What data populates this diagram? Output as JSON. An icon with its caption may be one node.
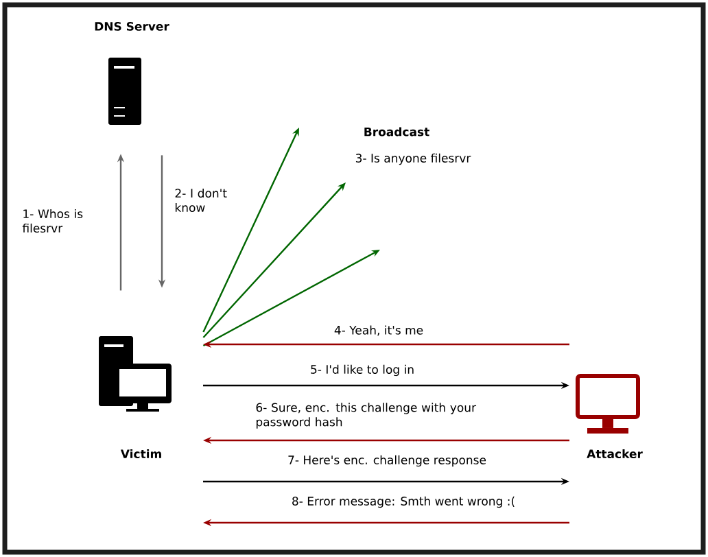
{
  "diagram": {
    "nodes": [
      {
        "text": [
          "DNS Server"
        ]
      },
      {
        "text": [
          "Victim"
        ]
      },
      {
        "text": [
          "Attacker"
        ]
      }
    ],
    "edges": [
      {
        "from": 1,
        "to": 0,
        "arrow": "to",
        "label": "1- Whos is filesrvr",
        "color": "#666666"
      },
      {
        "from": 0,
        "to": 1,
        "arrow": "to",
        "label": "2- I don't know",
        "color": "#666666"
      },
      {
        "from": 1,
        "to": null,
        "arrow": "to",
        "color": "#006600"
      },
      {
        "from": 1,
        "to": null,
        "arrow": "to",
        "color": "#006600"
      },
      {
        "from": 1,
        "to": null,
        "arrow": "to",
        "color": "#006600"
      },
      {
        "from": 2,
        "to": 1,
        "arrow": "to",
        "label": "4- Yeah, it's me",
        "color": "#990000"
      },
      {
        "from": 1,
        "to": 2,
        "arrow": "to",
        "label": "5- I'd like to log in",
        "color": "#000000"
      },
      {
        "from": 2,
        "to": 1,
        "arrow": "to",
        "label": "6- Sure, enc. this challenge with your password hash",
        "color": "#990000"
      },
      {
        "from": 1,
        "to": 2,
        "arrow": "to",
        "label": "7- Here's enc. challenge response",
        "color": "#000000"
      },
      {
        "from": 2,
        "to": 1,
        "arrow": "to",
        "label": "8- Error message: Smth went wrong :(",
        "color": "#990000"
      }
    ],
    "labels": [
      "Broadcast",
      "3- Is  anyone filesrvr"
    ]
  }
}
